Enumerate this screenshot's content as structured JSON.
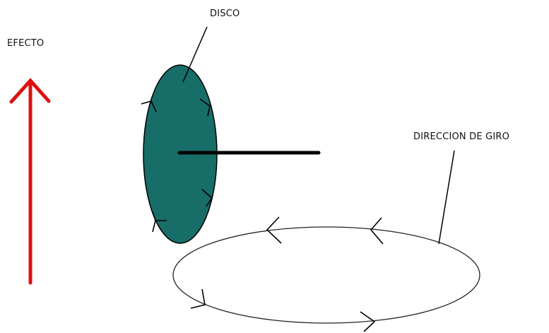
{
  "labels": {
    "effect": "EFECTO",
    "disc": "DISCO",
    "rotation_direction": "DIRECCION DE GIRO"
  },
  "colors": {
    "effect_arrow": "#dd1111",
    "disc_fill": "#176d68",
    "line": "#000000",
    "ellipse_stroke": "#222222"
  }
}
